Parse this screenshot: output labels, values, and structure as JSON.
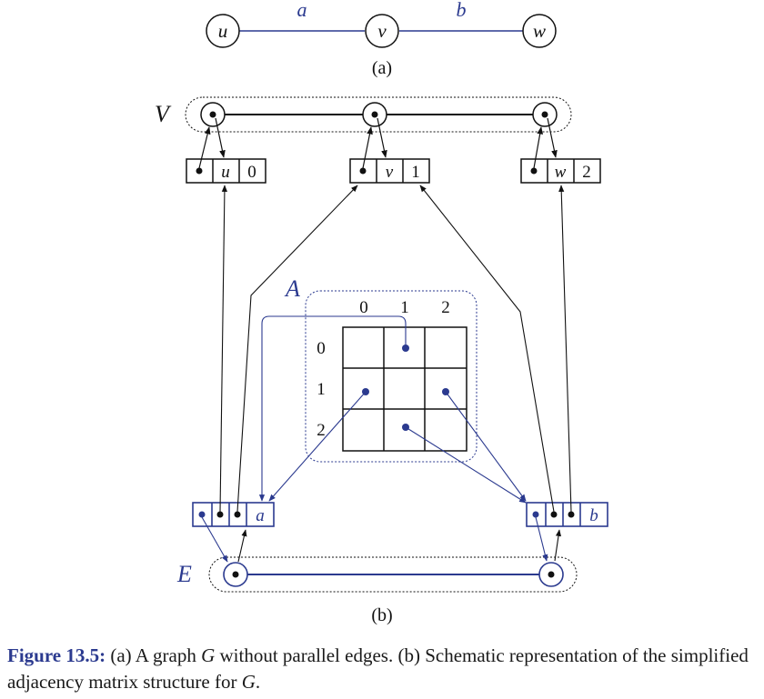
{
  "graph": {
    "vertices": [
      "u",
      "v",
      "w"
    ],
    "edges": [
      "a",
      "b"
    ],
    "label": "(a)"
  },
  "structure": {
    "vertex_list_label": "V",
    "edge_list_label": "E",
    "matrix_label": "A",
    "vertex_records": [
      {
        "name": "u",
        "index": "0"
      },
      {
        "name": "v",
        "index": "1"
      },
      {
        "name": "w",
        "index": "2"
      }
    ],
    "edge_records": [
      {
        "name": "a"
      },
      {
        "name": "b"
      }
    ],
    "matrix_col_headers": [
      "0",
      "1",
      "2"
    ],
    "matrix_row_headers": [
      "0",
      "1",
      "2"
    ],
    "label": "(b)"
  },
  "caption": {
    "figure_label": "Figure 13.5:",
    "part1": "(a) A graph",
    "var1": "G",
    "part2": "without parallel edges. (b) Schematic representation of the simplified adjacency matrix structure for",
    "var2": "G",
    "end": "."
  },
  "colors": {
    "black": "#111111",
    "blue": "#2b3a8f"
  }
}
